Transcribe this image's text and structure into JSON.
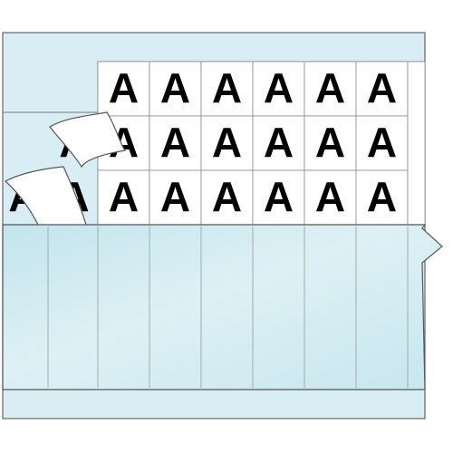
{
  "label_card": {
    "character": "A",
    "colors": {
      "backing": "#d8eef4",
      "label_face": "#ffffff",
      "sleeve": "#c9e8ee",
      "outline": "#555555",
      "glyph": "#000000"
    },
    "printed_columns": 6,
    "printed_rows": 3,
    "peeled_labels": 2
  }
}
